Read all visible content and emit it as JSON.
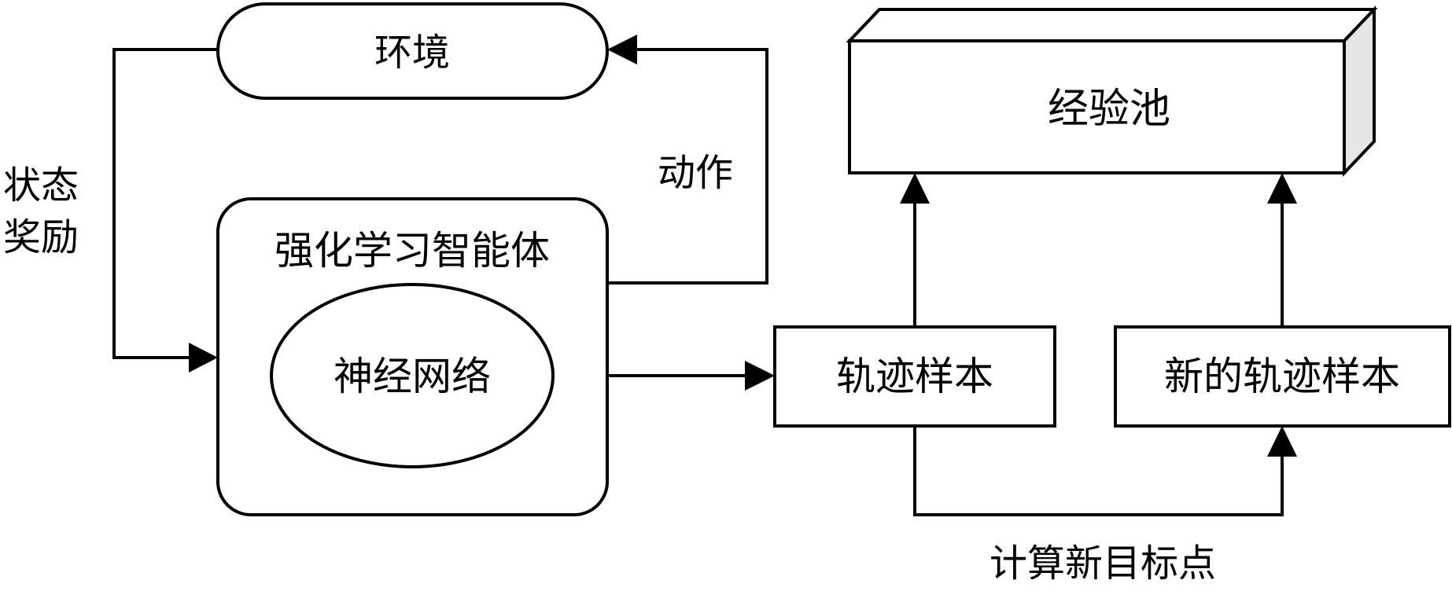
{
  "nodes": {
    "environment": "环境",
    "agent": "强化学习智能体",
    "neural_network": "神经网络",
    "experience_pool": "经验池",
    "trajectory_samples": "轨迹样本",
    "new_trajectory_samples": "新的轨迹样本"
  },
  "edges": {
    "state_label_line1": "状态",
    "state_label_line2": "奖励",
    "action_label": "动作",
    "compute_target_label": "计算新目标点"
  },
  "colors": {
    "stroke": "#000000",
    "background": "#ffffff",
    "prism_side": "#e6e6e6"
  }
}
